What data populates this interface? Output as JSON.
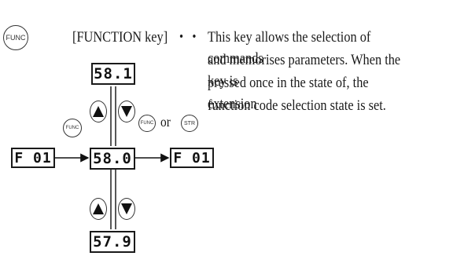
{
  "func_key_icon": {
    "label": "FUNC"
  },
  "heading": {
    "key_name": "[FUNCTION key]",
    "separator": "・・"
  },
  "description_lines": [
    "This key allows the selection of commands",
    "and memorises parameters. When the key is",
    "pressed once in the state of, the  extension",
    "function code selection state is set."
  ],
  "diagram": {
    "display_top": "58.1",
    "display_left": "F 01",
    "display_center": "58.0",
    "display_right": "F 01",
    "display_bottom": "57.9",
    "small_func_left": "FUNC",
    "small_func_right": "FUNC",
    "or_text": "or",
    "str_key": "STR"
  }
}
